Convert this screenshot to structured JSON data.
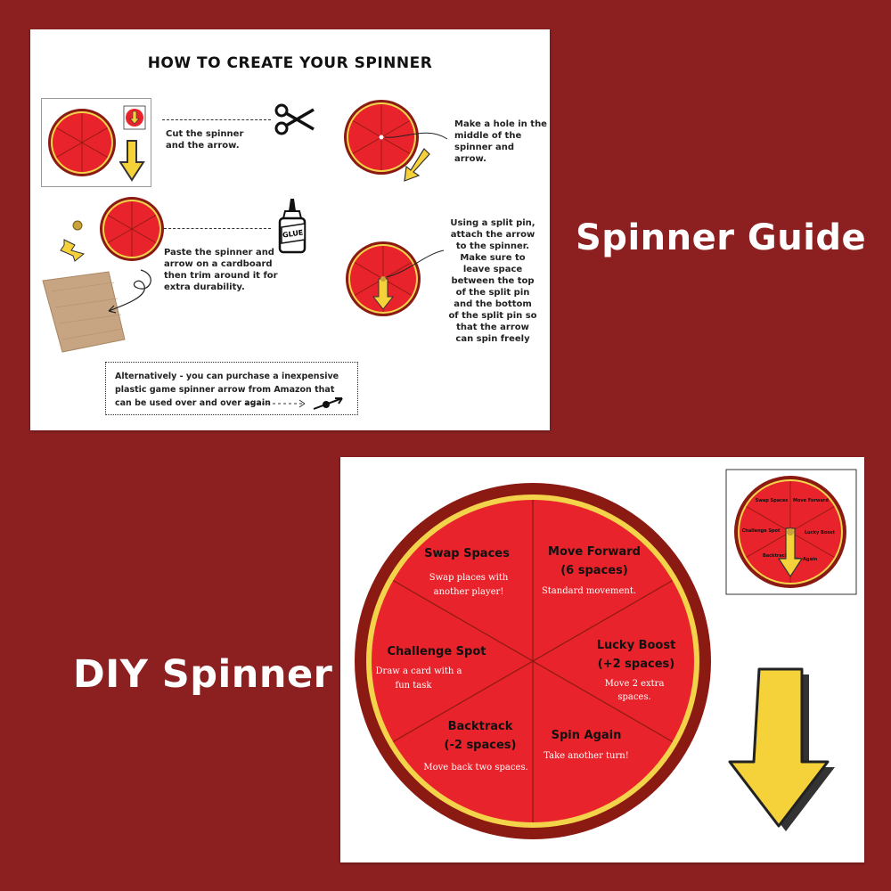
{
  "guide": {
    "title": "HOW TO CREATE YOUR SPINNER",
    "step1": "Cut the spinner and the arrow.",
    "step2": "Make a hole in the middle of the spinner and arrow.",
    "step3": "Paste the spinner and arrow on a cardboard then trim around it for extra durability.",
    "step4": "Using a split pin, attach the arrow to the spinner. Make sure to leave space between the top of the split pin and the bottom of the split pin so that the arrow can spin freely",
    "alternative": "Alternatively - you can purchase a inexpensive plastic game spinner arrow from Amazon that can be used over and over again",
    "glue_label": "GLUE"
  },
  "labels": {
    "spinner_guide": "Spinner Guide",
    "diy_spinner": "DIY Spinner"
  },
  "spinner": {
    "wedges": [
      {
        "title": "Swap Spaces",
        "desc": "Swap places with another player!"
      },
      {
        "title": "Move Forward (6 spaces)",
        "desc": "Standard movement."
      },
      {
        "title": "Lucky Boost (+2 spaces)",
        "desc": "Move 2 extra spaces."
      },
      {
        "title": "Spin Again",
        "desc": "Take another turn!"
      },
      {
        "title": "Backtrack (-2 spaces)",
        "desc": "Move back two spaces."
      },
      {
        "title": "Challenge Spot",
        "desc": "Draw a card with a fun task"
      }
    ]
  },
  "colors": {
    "background": "#8c2020",
    "wedge": "#e8232b",
    "rim_yellow": "#f3d34a",
    "rim_dark": "#8b1a12",
    "arrow_yellow": "#f6d23a"
  }
}
